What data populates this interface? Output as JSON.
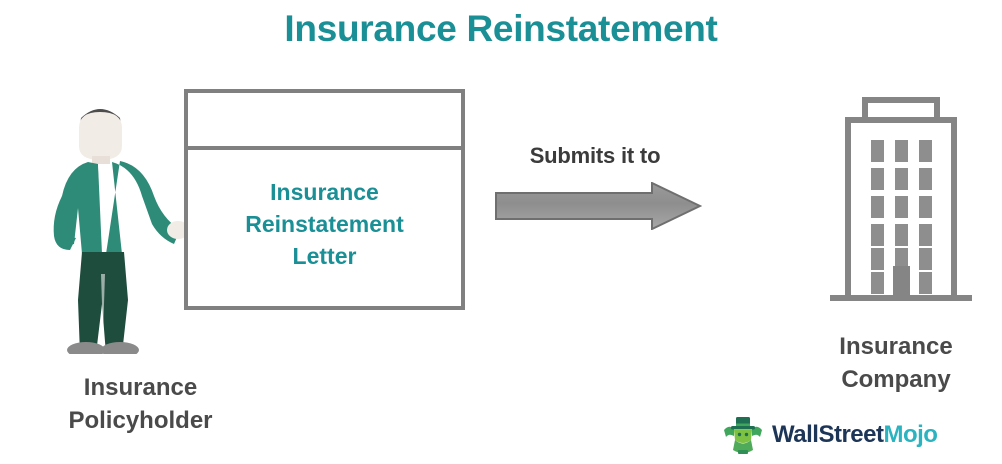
{
  "title": "Insurance Reinstatement",
  "colors": {
    "teal": "#1a8f96",
    "gray_stroke": "#808080",
    "caption_gray": "#4a4a4a",
    "arrow_gray": "#8c8c8c",
    "jacket_teal": "#2e8b77",
    "pants_green": "#1f4d3d",
    "logo_navy": "#1d3557",
    "logo_teal": "#2bb3c0",
    "background": "#ffffff"
  },
  "letter": {
    "line1": "Insurance",
    "line2": "Reinstatement",
    "line3": "Letter"
  },
  "flow": {
    "arrow_caption": "Submits it to",
    "arrow_direction": "right",
    "arrow_icon": "block-arrow-right-icon"
  },
  "entities": {
    "left": {
      "icon": "policyholder-person-icon",
      "caption_line1": "Insurance",
      "caption_line2": "Policyholder"
    },
    "right": {
      "icon": "office-building-icon",
      "caption_line1": "Insurance",
      "caption_line2": "Company",
      "building": {
        "window_rows": 6,
        "windows_per_row": 3,
        "has_rooftop_box": true,
        "has_door": true
      }
    }
  },
  "logo": {
    "mascot_icon": "wallstreetmojo-mascot-icon",
    "word_primary": "WallStreet",
    "word_accent": "Mojo"
  }
}
